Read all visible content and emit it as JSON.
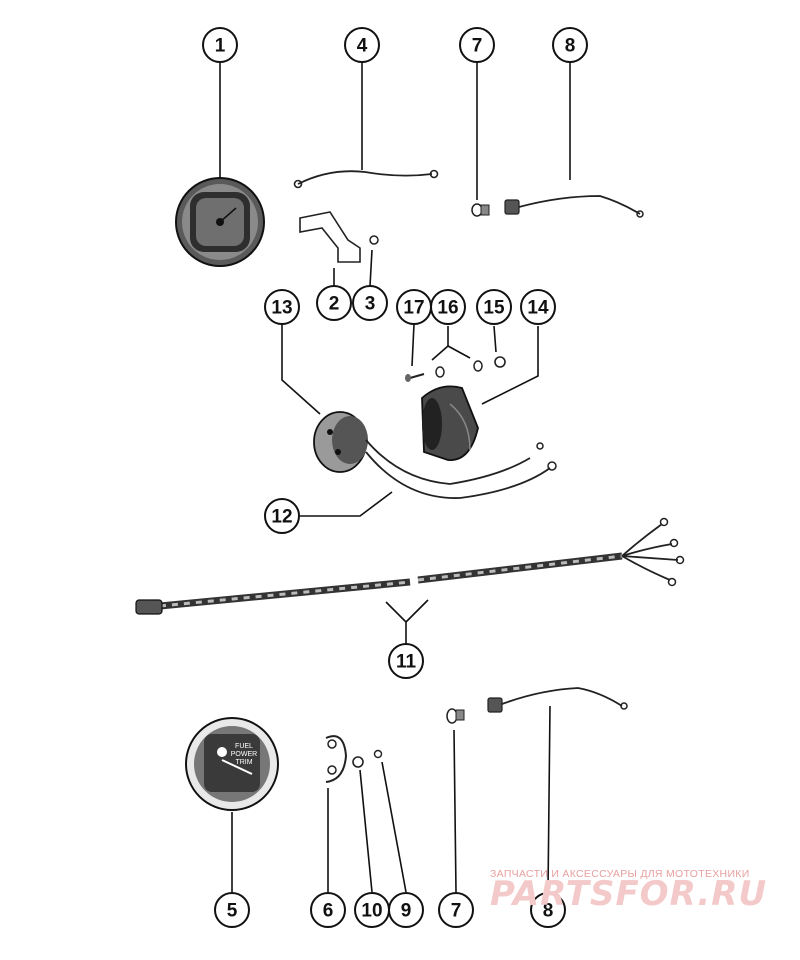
{
  "callouts": [
    {
      "id": "c1",
      "label": "1"
    },
    {
      "id": "c4",
      "label": "4"
    },
    {
      "id": "c7a",
      "label": "7"
    },
    {
      "id": "c8a",
      "label": "8"
    },
    {
      "id": "c2",
      "label": "2"
    },
    {
      "id": "c3",
      "label": "3"
    },
    {
      "id": "c13",
      "label": "13"
    },
    {
      "id": "c17",
      "label": "17"
    },
    {
      "id": "c16",
      "label": "16"
    },
    {
      "id": "c15",
      "label": "15"
    },
    {
      "id": "c14",
      "label": "14"
    },
    {
      "id": "c12",
      "label": "12"
    },
    {
      "id": "c11",
      "label": "11"
    },
    {
      "id": "c5",
      "label": "5"
    },
    {
      "id": "c6",
      "label": "6"
    },
    {
      "id": "c10",
      "label": "10"
    },
    {
      "id": "c9",
      "label": "9"
    },
    {
      "id": "c7b",
      "label": "7"
    },
    {
      "id": "c8b",
      "label": "8"
    }
  ],
  "gauge_face_text": "FUEL\nPOWER\nTRIM",
  "watermark": {
    "tagline": "ЗАПЧАСТИ И АКСЕССУАРЫ ДЛЯ МОТОТЕХНИКИ",
    "brand": "PARTSFOR.RU"
  },
  "colors": {
    "ink": "#111111",
    "watermark": "#e8a0a0"
  }
}
